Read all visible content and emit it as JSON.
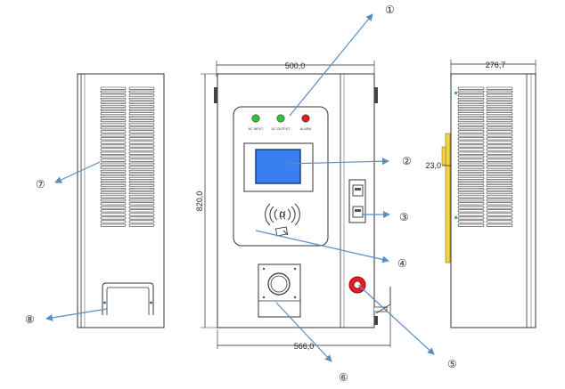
{
  "dimensions": {
    "front_width": "500,0",
    "front_height": "820,0",
    "base_width": "566,0",
    "side_depth": "276,7",
    "side_offset": "23,0"
  },
  "indicators": [
    {
      "label": "AC INPUT",
      "color": "#2fc437"
    },
    {
      "label": "DC OUTPUT",
      "color": "#2fc437"
    },
    {
      "label": "ALARM",
      "color": "#e21b1b"
    }
  ],
  "callouts": {
    "c1": "①",
    "c2": "②",
    "c3": "③",
    "c4": "④",
    "c5": "⑤",
    "c6": "⑥",
    "c7": "⑦",
    "c8": "⑧"
  },
  "colors": {
    "arrow": "#5b8fc4",
    "screen": "#3a7ff0",
    "emergency": "#e61c24",
    "outline": "#333333"
  },
  "icons": {
    "rfid": "nfc-contactless-icon",
    "card": "card-swipe-icon"
  }
}
